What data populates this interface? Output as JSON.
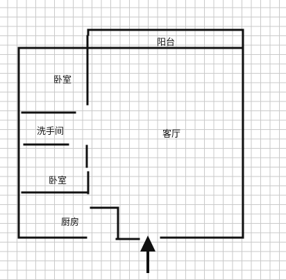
{
  "colors": {
    "wall": "#111111",
    "grid": "#c9c9c9",
    "background": "#ffffff"
  },
  "rooms": {
    "balcony": "阳台",
    "bedroom_top": "卧室",
    "bathroom": "洗手间",
    "bedroom_bottom": "卧室",
    "living_room": "客厅",
    "kitchen": "厨房"
  },
  "entrance": {
    "icon": "arrow-up-icon"
  }
}
